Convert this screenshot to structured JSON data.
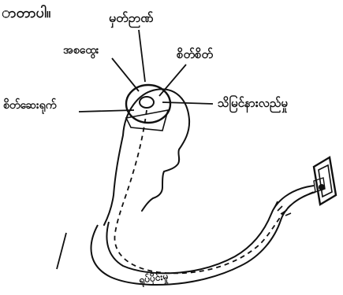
{
  "diagram": {
    "heading": "ာတာပါ။",
    "labels": {
      "top_center": "မှတ်ဉာဏ်",
      "upper_left": "အစထွေး",
      "upper_right": "စိတ်စိတ်",
      "mid_left": "စိတ်ဆေးရုက်",
      "mid_right": "သိမြင်နားလည်မှု",
      "bottom_curve": "ရုပ်ပိုင်းမှု"
    },
    "colors": {
      "ink": "#111111",
      "paper": "#ffffff"
    }
  }
}
